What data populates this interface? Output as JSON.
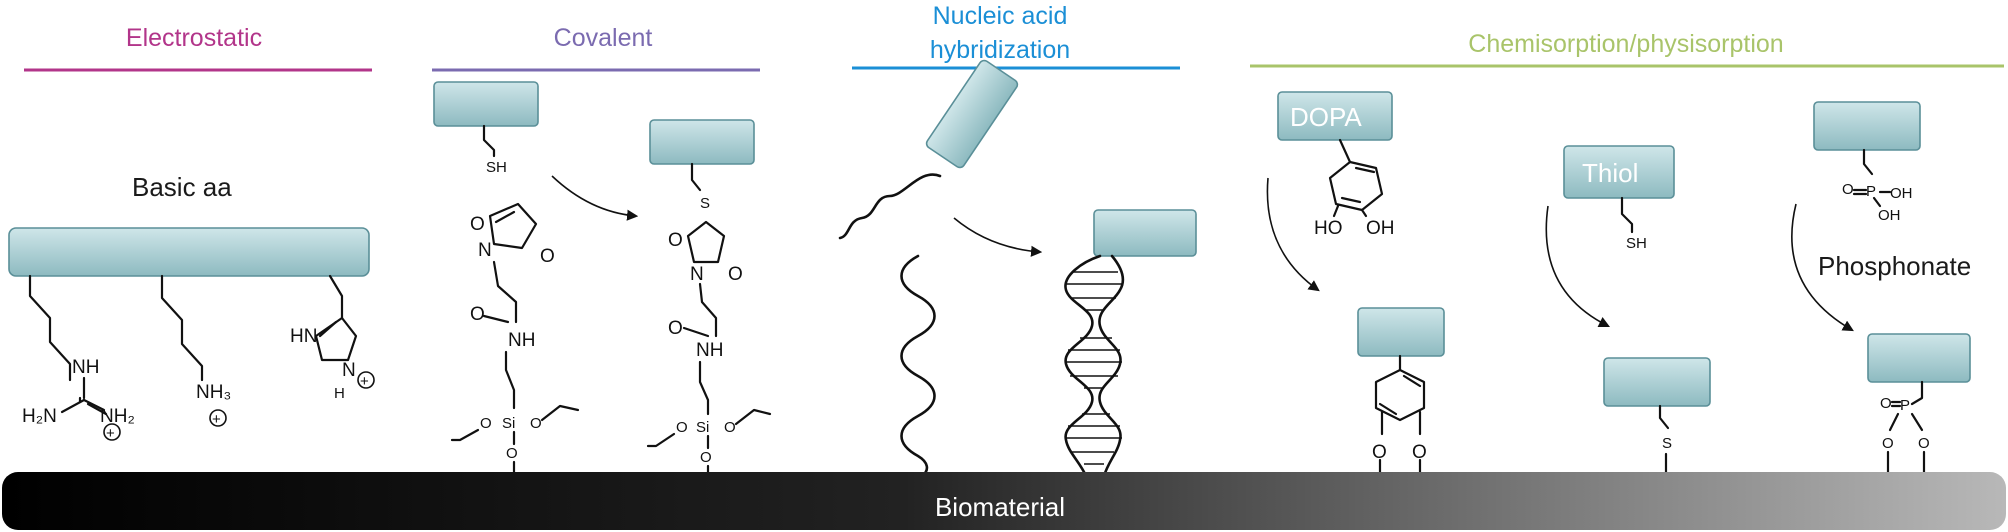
{
  "sections": {
    "electrostatic": {
      "title": "Electrostatic",
      "color": "#b2358a",
      "label": "Basic aa"
    },
    "covalent": {
      "title": "Covalent",
      "color": "#7b6bb0"
    },
    "nucleic": {
      "title_line1": "Nucleic acid",
      "title_line2": "hybridization",
      "color": "#1b8fd6"
    },
    "chemisorption": {
      "title": "Chemisorption/physisorption",
      "color": "#a9c46a",
      "dopa_label": "DOPA",
      "thiol_label": "Thiol",
      "phosphonate_label": "Phosphonate"
    }
  },
  "substrate": {
    "label": "Biomaterial"
  },
  "chem": {
    "nh": "NH",
    "h2n": "H₂N",
    "nh2": "NH₂",
    "nh3": "NH₃",
    "plus": "+",
    "hn": "HN",
    "n": "N",
    "h": "H",
    "sh": "SH",
    "s": "S",
    "o": "O",
    "si": "Si",
    "ho": "HO",
    "oh": "OH",
    "p": "P"
  },
  "colors": {
    "box_top": "#c9e3e6",
    "box_bottom": "#8fbcc2",
    "box_stroke": "#5a8f98"
  }
}
